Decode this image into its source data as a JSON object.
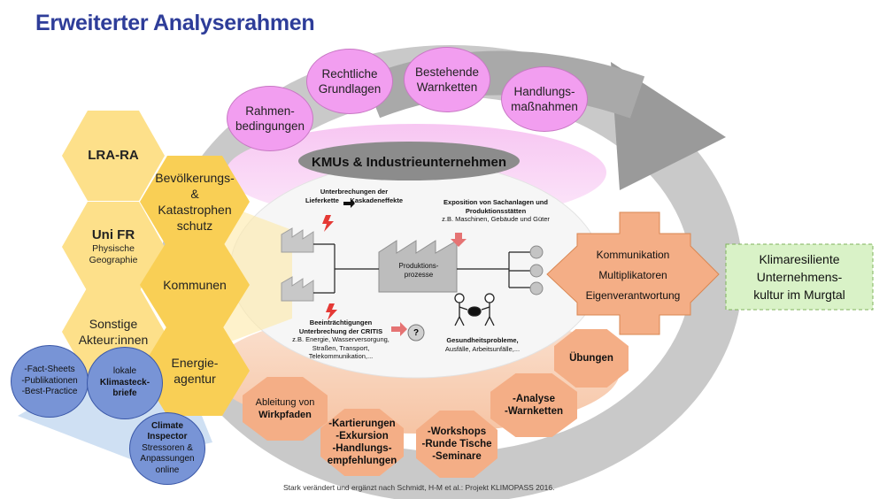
{
  "title": "Erweiterter Analyserahmen",
  "core": "KMUs & Industrieunternehmen",
  "framework": [
    [
      "Rahmen-",
      "bedingungen"
    ],
    [
      "Rechtliche",
      "Grundlagen"
    ],
    [
      "Bestehende",
      "Warnketten"
    ],
    [
      "Handlungs-",
      "maßnahmen"
    ]
  ],
  "actors": {
    "lra": "LRA-RA",
    "uni_title": "Uni FR",
    "uni_sub1": "Physische",
    "uni_sub2": "Geographie",
    "sonstige1": "Sonstige",
    "sonstige2": "Akteur:innen",
    "bev1": "Bevölkerungs-",
    "bev2": "&",
    "bev3": "Katastrophen",
    "bev4": "schutz",
    "kommunen": "Kommunen",
    "energie1": "Energie-",
    "energie2": "agentur"
  },
  "outputs": {
    "o1": [
      "-Fact-Sheets",
      "-Publikationen",
      "-Best-Practice"
    ],
    "o2": [
      "lokale",
      "Klimasteck-",
      "briefe"
    ],
    "o3_title": [
      "Climate",
      "Inspector"
    ],
    "o3_sub": [
      "Stressoren &",
      "Anpassungen",
      "online"
    ]
  },
  "process": {
    "unterbrechungen1": "Unterbrechungen der",
    "unterbrechungen2": "Lieferkette",
    "kaskaden": "Kaskadeneffekte",
    "exposition1": "Exposition von Sachanlagen und",
    "exposition2": "Produktionsstätten",
    "exposition3": "z.B. Maschinen, Gebäude und Güter",
    "prod1": "Produktions-",
    "prod2": "prozesse",
    "beein1": "Beeinträchtigungen",
    "beein2": "Unterbrechung der CRITIS",
    "beein3": "z.B. Energie, Wasserversorgung,",
    "beein4": "Straßen, Transport,",
    "beein5": "Telekommunikation,...",
    "gesund1": "Gesundheitsprobleme,",
    "gesund2": "Ausfälle, Arbeitsunfälle,...",
    "question": "?"
  },
  "communication": [
    "Kommunikation",
    "Multiplikatoren",
    "Eigenverantwortung"
  ],
  "result": [
    "Klimaresiliente",
    "Unternehmens-",
    "kultur im Murgtal"
  ],
  "methods": {
    "uebungen": "Übungen",
    "analyse": [
      "-Analyse",
      "-Warnketten"
    ],
    "workshops": [
      "-Workshops",
      "-Runde Tische",
      "-Seminare"
    ],
    "kartierungen": [
      "-Kartierungen",
      "-Exkursion",
      "-Handlungs-",
      "empfehlungen"
    ],
    "ableitung1": "Ableitung von",
    "ableitung2": "Wirkpfaden"
  },
  "source": "Stark verändert und ergänzt nach Schmidt, H-M et al.: Projekt KLIMOPASS 2016.",
  "colors": {
    "title": "#2e3d99",
    "hex_light": "#fde08a",
    "hex_dark": "#f9cf55",
    "pink": "#f29ef0",
    "orange": "#f4ae86",
    "blue": "#7894d6",
    "green": "#d9f2c7",
    "arrow_gray": "#9a9a9a"
  }
}
